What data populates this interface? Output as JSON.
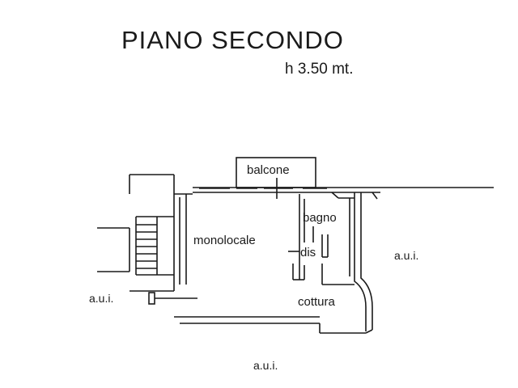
{
  "header": {
    "title": "PIANO SECONDO",
    "height_label": "h 3.50 mt."
  },
  "rooms": {
    "balcone": "balcone",
    "bagno": "bagno",
    "monolocale": "monolocale",
    "dis": "dis",
    "cottura": "cottura"
  },
  "neighbors": {
    "right": "a.u.i.",
    "left": "a.u.i.",
    "bottom": "a.u.i."
  }
}
